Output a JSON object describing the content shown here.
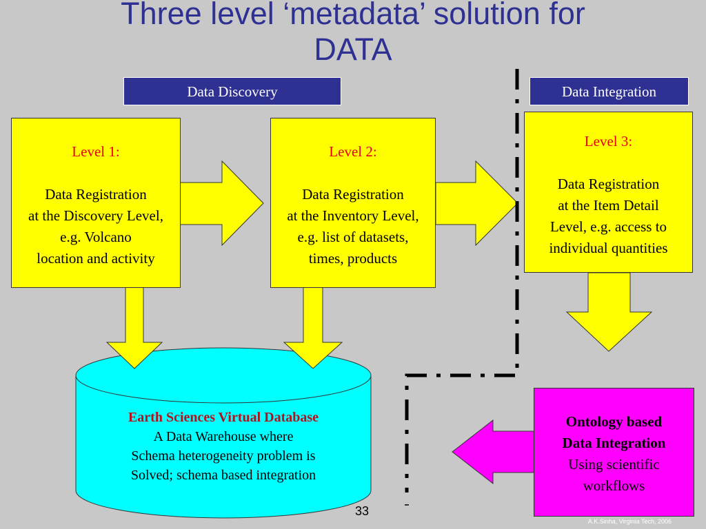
{
  "slide": {
    "title_line1": "Three level ‘metadata’ solution for",
    "title_line2": "DATA",
    "page_number": "33",
    "credit": "A.K.Sinha, Virginia Tech, 2006"
  },
  "headers": {
    "discovery": "Data Discovery",
    "integration": "Data Integration"
  },
  "level1": {
    "heading": "Level 1:",
    "lines": [
      "Data Registration",
      "at the Discovery Level,",
      "e.g. Volcano",
      "location and activity"
    ]
  },
  "level2": {
    "heading": "Level 2:",
    "lines": [
      "Data Registration",
      "at the Inventory Level,",
      "e.g. list of datasets,",
      "times, products"
    ]
  },
  "level3": {
    "heading": "Level 3:",
    "lines": [
      "Data Registration",
      "at the Item Detail",
      "Level, e.g. access to",
      "individual quantities"
    ]
  },
  "database": {
    "heading": "Earth Sciences Virtual Database",
    "lines": [
      "A Data Warehouse where",
      "Schema heterogeneity problem is",
      "Solved; schema based integration"
    ]
  },
  "ontology": {
    "heading_lines": [
      "Ontology based",
      "Data Integration"
    ],
    "lines": [
      "Using scientific",
      "workflows"
    ]
  },
  "colors": {
    "title": "#2e3192",
    "header_bg": "#2e3192",
    "level_box": "#ffff00",
    "database": "#00ffff",
    "ontology": "#ff00ff",
    "level_heading": "#e8000b",
    "database_heading": "#b3121d",
    "background": "#c8c8c8"
  }
}
